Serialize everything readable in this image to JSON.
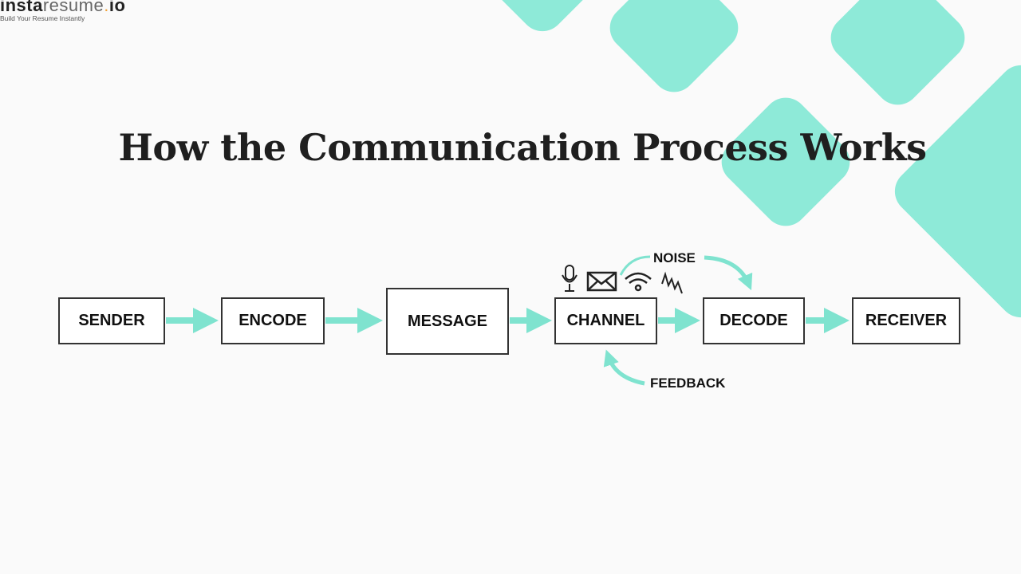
{
  "logo": {
    "brand_bold": "insta",
    "brand_light": "resume",
    "brand_dot": ".",
    "brand_tld": "io",
    "tagline": "Build Your Resume Instantly"
  },
  "title": "How the Communication Process Works",
  "steps": [
    "SENDER",
    "ENCODE",
    "MESSAGE",
    "CHANNEL",
    "DECODE",
    "RECEIVER"
  ],
  "noise_label": "NOISE",
  "feedback_label": "FEEDBACK",
  "channel_icons": [
    "microphone-icon",
    "envelope-icon",
    "wifi-icon",
    "noise-zigzag-icon"
  ],
  "colors": {
    "accent": "#8eead8",
    "arrow": "#7fe3cf",
    "text": "#111111"
  }
}
